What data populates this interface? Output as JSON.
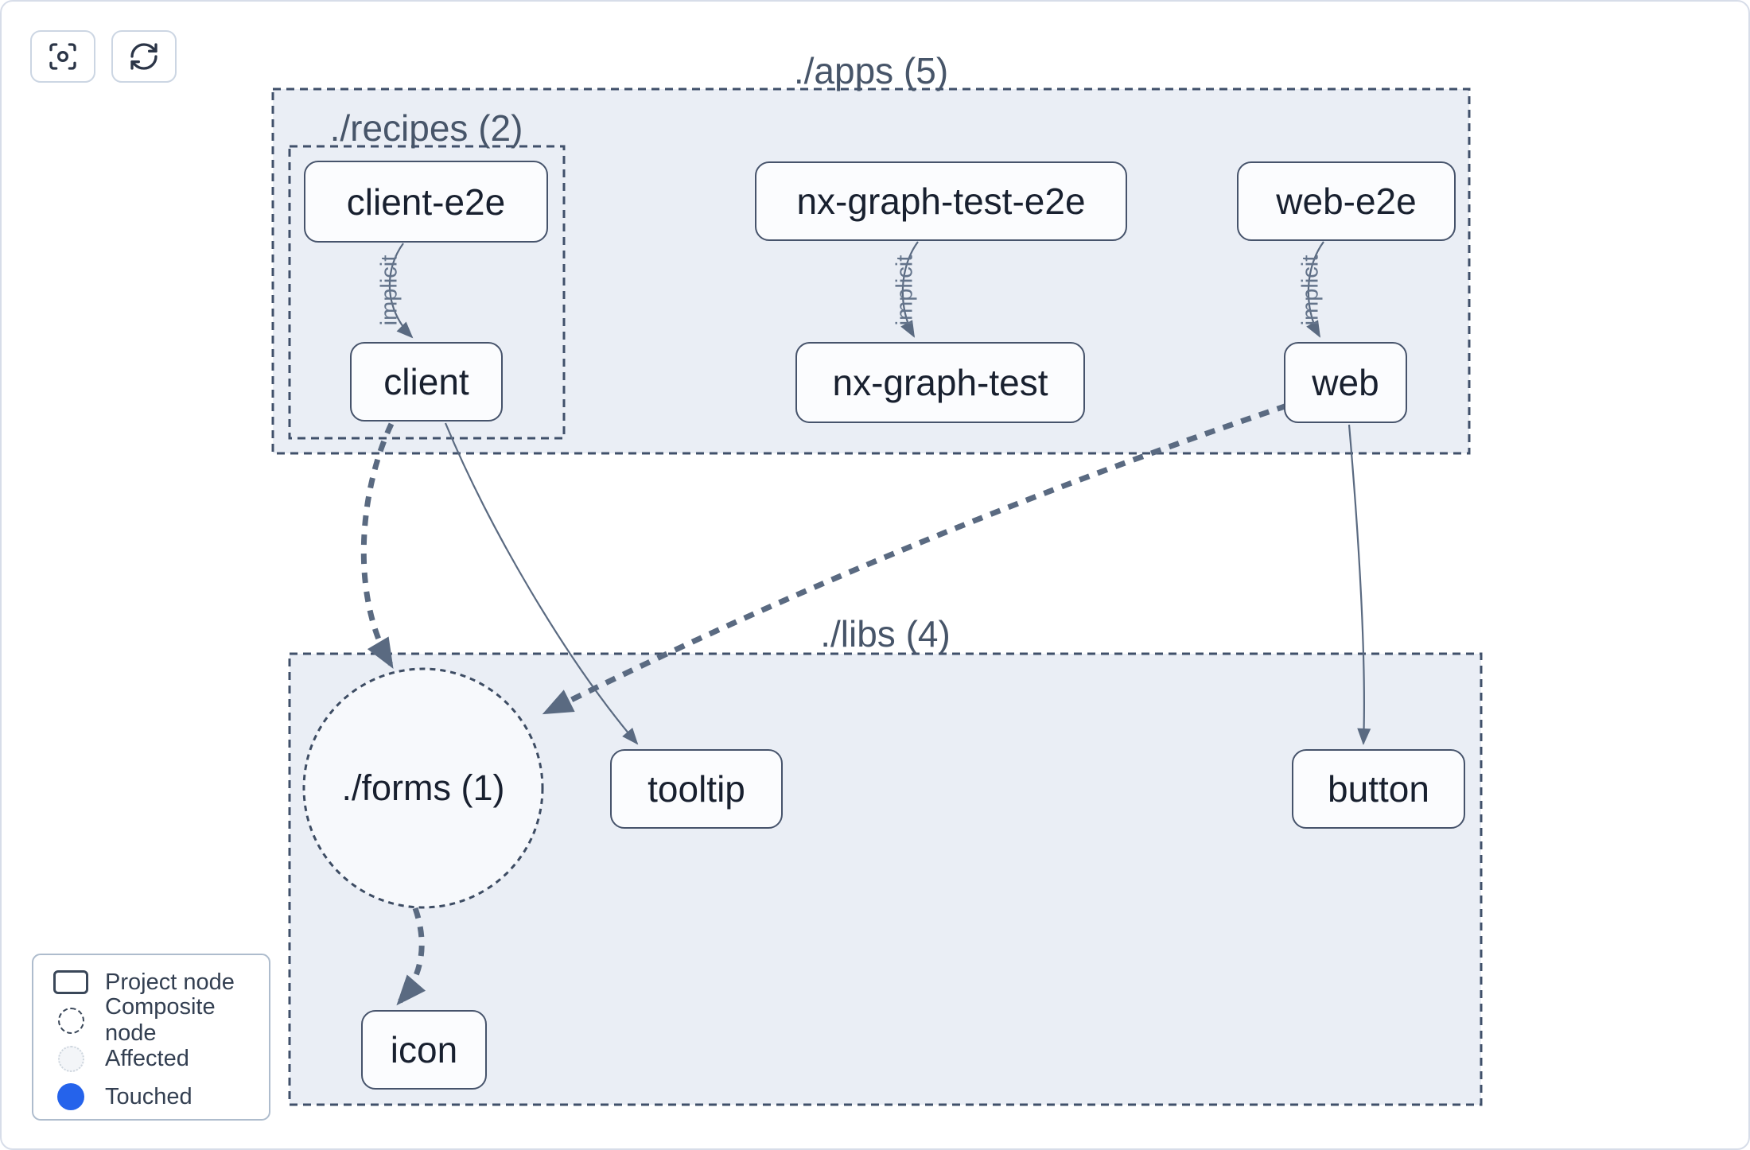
{
  "toolbar": {
    "buttons": [
      {
        "id": "focus",
        "icon": "focus-icon"
      },
      {
        "id": "refresh",
        "icon": "refresh-icon"
      }
    ]
  },
  "graph": {
    "groups": [
      {
        "id": "apps",
        "label": "./apps (5)"
      },
      {
        "id": "recipes",
        "label": "./recipes (2)"
      },
      {
        "id": "libs",
        "label": "./libs (4)"
      }
    ],
    "composite_nodes": [
      {
        "id": "forms",
        "label": "./forms (1)"
      }
    ],
    "project_nodes": [
      {
        "id": "client-e2e",
        "label": "client-e2e"
      },
      {
        "id": "client",
        "label": "client"
      },
      {
        "id": "nx-graph-test-e2e",
        "label": "nx-graph-test-e2e"
      },
      {
        "id": "nx-graph-test",
        "label": "nx-graph-test"
      },
      {
        "id": "web-e2e",
        "label": "web-e2e"
      },
      {
        "id": "web",
        "label": "web"
      },
      {
        "id": "tooltip",
        "label": "tooltip"
      },
      {
        "id": "button",
        "label": "button"
      },
      {
        "id": "icon",
        "label": "icon"
      }
    ],
    "edges": [
      {
        "from": "client-e2e",
        "to": "client",
        "style": "solid-thin",
        "label": "implicit"
      },
      {
        "from": "nx-graph-test-e2e",
        "to": "nx-graph-test",
        "style": "solid-thin",
        "label": "implicit"
      },
      {
        "from": "web-e2e",
        "to": "web",
        "style": "solid-thin",
        "label": "implicit"
      },
      {
        "from": "client",
        "to": "forms",
        "style": "dashed-thick",
        "label": ""
      },
      {
        "from": "client",
        "to": "tooltip",
        "style": "solid-thin",
        "label": ""
      },
      {
        "from": "web",
        "to": "forms",
        "style": "dashed-thick",
        "label": ""
      },
      {
        "from": "web",
        "to": "button",
        "style": "solid-thin",
        "label": ""
      },
      {
        "from": "forms",
        "to": "icon",
        "style": "dashed-thick",
        "label": ""
      }
    ]
  },
  "legend": {
    "items": [
      {
        "symbol": "project-node-symbol",
        "label": "Project node"
      },
      {
        "symbol": "composite-node-symbol",
        "label": "Composite node"
      },
      {
        "symbol": "affected-symbol",
        "label": "Affected"
      },
      {
        "symbol": "touched-symbol",
        "label": "Touched"
      }
    ]
  },
  "colors": {
    "touched_blue": "#2563eb",
    "container_fill": "#eaeef5",
    "container_border": "#40506a",
    "node_border": "#46536b",
    "node_fill": "#fbfcfe",
    "edge": "#5a6a81",
    "title_text": "#475569",
    "node_text": "#18202f"
  }
}
